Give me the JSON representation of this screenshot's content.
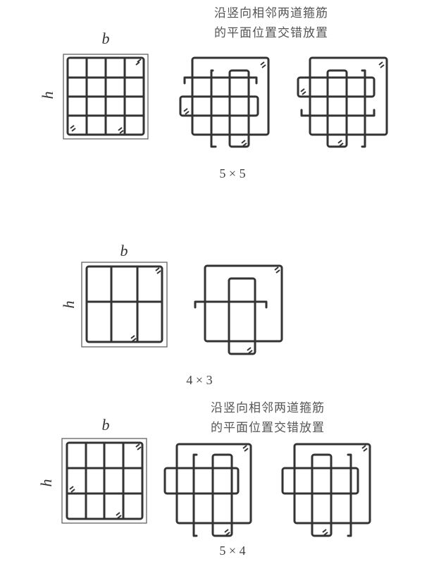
{
  "sections": [
    {
      "note_line1": "沿竖向相邻两道箍筋",
      "note_line2": "的平面位置交错放置",
      "width_label": "b",
      "height_label": "h",
      "caption": "5 × 5"
    },
    {
      "width_label": "b",
      "height_label": "h",
      "caption": "4 × 3"
    },
    {
      "note_line1": "沿竖向相邻两道箍筋",
      "note_line2": "的平面位置交错放置",
      "width_label": "b",
      "height_label": "h",
      "caption": "5 × 4"
    }
  ]
}
